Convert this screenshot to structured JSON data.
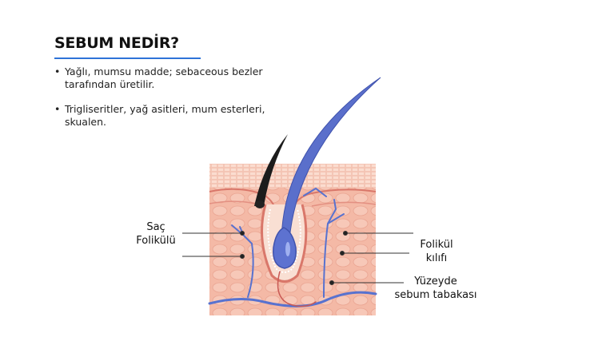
{
  "slide": {
    "title": "SEBUM NEDİR?",
    "bullets": [
      "Yağlı, mumsu madde; sebaceous bezler tarafından üretilir.",
      "Trigliseritler, yağ asitleri, mum esterleri, skualen."
    ],
    "accent_color": "#2e73d8"
  },
  "diagram": {
    "labels": {
      "hair_follicle_line1": "Saç",
      "hair_follicle_line2": "Folikülü",
      "follicle_sheath_line1": "Folikül",
      "follicle_sheath_line2": "kılıfı",
      "surface_sebum_line1": "Yüzeyde",
      "surface_sebum_line2": "sebum tabakası"
    }
  }
}
